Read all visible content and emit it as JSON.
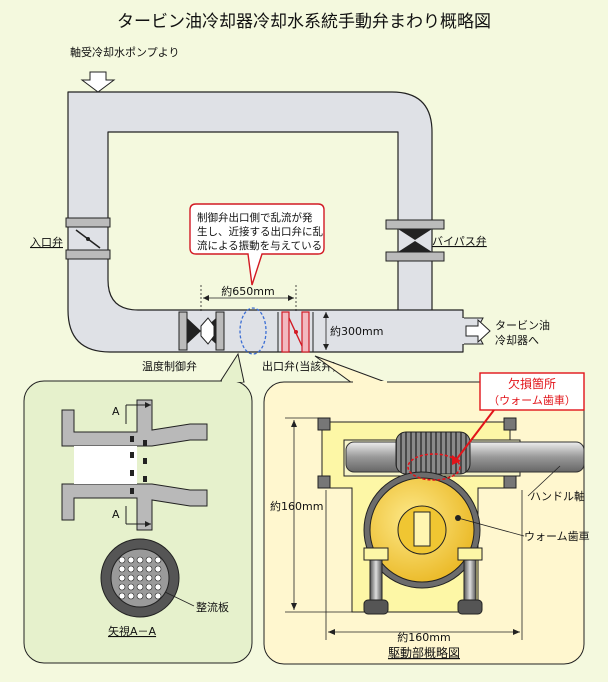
{
  "title": "タービン油冷却器冷却水系統手動弁まわり概略図",
  "labels": {
    "inlet_source": "軸受冷却水ポンプより",
    "inlet_valve": "入口弁",
    "bypass_valve": "バイパス弁",
    "callout": [
      "制御弁出口側で乱流が発",
      "生し、近接する出口弁に乱",
      "流による振動を与えている"
    ],
    "distance": "約650mm",
    "diameter": "約300mm",
    "outlet_to": [
      "タービン油",
      "冷却器へ"
    ],
    "temp_valve": "温度制御弁",
    "outlet_valve": "出口弁(当該弁)",
    "section_a_top": "A",
    "section_a_bottom": "A",
    "flow_plate": "整流板",
    "view_caption": "矢視A－A",
    "damage": [
      "欠損箇所",
      "（ウォーム歯車）"
    ],
    "handle_shaft": "ハンドル軸",
    "worm_gear": "ウォーム歯車",
    "height": "約160mm",
    "width": "約160mm",
    "drive_caption": "駆動部概略図"
  },
  "colors": {
    "background": "#f4f9de",
    "pipe_fill": "#dfe1e6",
    "panel_left": "#e6f1cc",
    "panel_right": "#fff7cf",
    "housing": "#fdf7a6",
    "gear": "#f3cc3a",
    "damage_red": "#e2141a"
  }
}
